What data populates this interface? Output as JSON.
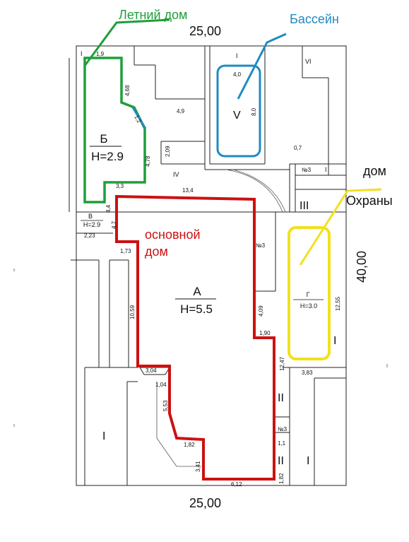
{
  "callouts": {
    "summer_house": "Летний дом",
    "pool": "Бассейн",
    "guard_house_line1": "дом",
    "guard_house_line2": "Охраны",
    "main_house_line1": "основной",
    "main_house_line2": "дом"
  },
  "dimensions": {
    "top": "25,00",
    "bottom": "25,00",
    "right": "40,00"
  },
  "buildings": {
    "A": {
      "letter": "А",
      "height": "Н=5.5"
    },
    "B": {
      "letter": "Б",
      "height": "Н=2.9"
    },
    "V": {
      "letter": "В",
      "height": "Н=2.9"
    },
    "G": {
      "letter": "Г",
      "height": "Н=3.0"
    }
  },
  "zones": {
    "I": "I",
    "II": "II",
    "III": "III",
    "IV": "IV",
    "V": "V",
    "VI": "VI",
    "no3": "№3"
  },
  "measures": {
    "m_1_9": "1,9",
    "m_4_68": "4,68",
    "m_4_9": "4,9",
    "m_4_0": "4,0",
    "m_8_0": "8,0",
    "m_0_7": "0,7",
    "m_2_09": "2,09",
    "m_4_78": "4,78",
    "m_1_2": "1,2",
    "m_3_3": "3,3",
    "m_13_4": "13,4",
    "m_4_4": "4,4",
    "m_4_7": "4,7",
    "m_2_23": "2,23",
    "m_1_73": "1,73",
    "m_10_59": "10,59",
    "m_4_09": "4,09",
    "m_1_90": "1,90",
    "m_12_55": "12,55",
    "m_12_47": "12,47",
    "m_3_83": "3,83",
    "m_3_04": "3,04",
    "m_1_04": "1,04",
    "m_5_53": "5,53",
    "m_1_82a": "1,82",
    "m_3_41": "3,41",
    "m_6_12": "6,12",
    "m_1_1": "1,1",
    "m_1_82b": "1,82"
  },
  "colors": {
    "summer_house": "#1f9e3a",
    "pool": "#1e8bc3",
    "main_house": "#cc1111",
    "guard_house": "#f2e01e"
  }
}
